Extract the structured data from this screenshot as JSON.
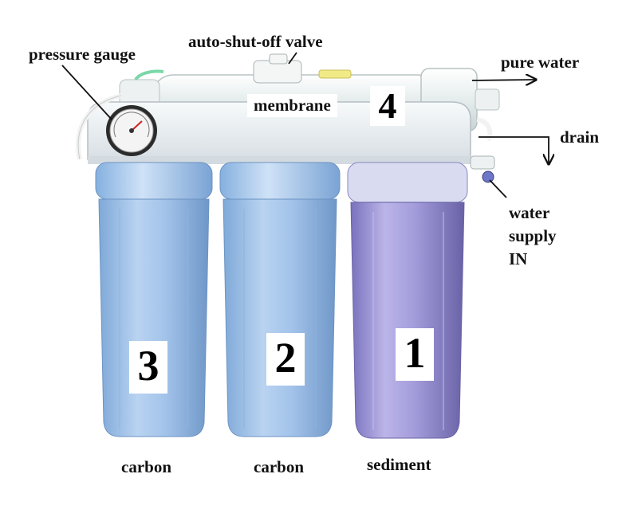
{
  "labels": {
    "pressure_gauge": "pressure gauge",
    "auto_shut_off_valve": "auto-shut-off valve",
    "pure_water": "pure water",
    "membrane": "membrane",
    "drain": "drain",
    "water_supply_line1": "water",
    "water_supply_line2": "supply",
    "water_supply_line3": "IN",
    "carbon_left": "carbon",
    "carbon_middle": "carbon",
    "sediment": "sediment"
  },
  "stages": {
    "membrane_number": "4",
    "left_filter_number": "3",
    "middle_filter_number": "2",
    "right_filter_number": "1"
  },
  "colors": {
    "blue_housing": "#a7c6ea",
    "clear_housing": "#8f86cf",
    "membrane_body": "#eef3f3",
    "bracket": "#e8edf0",
    "text": "#111111"
  }
}
